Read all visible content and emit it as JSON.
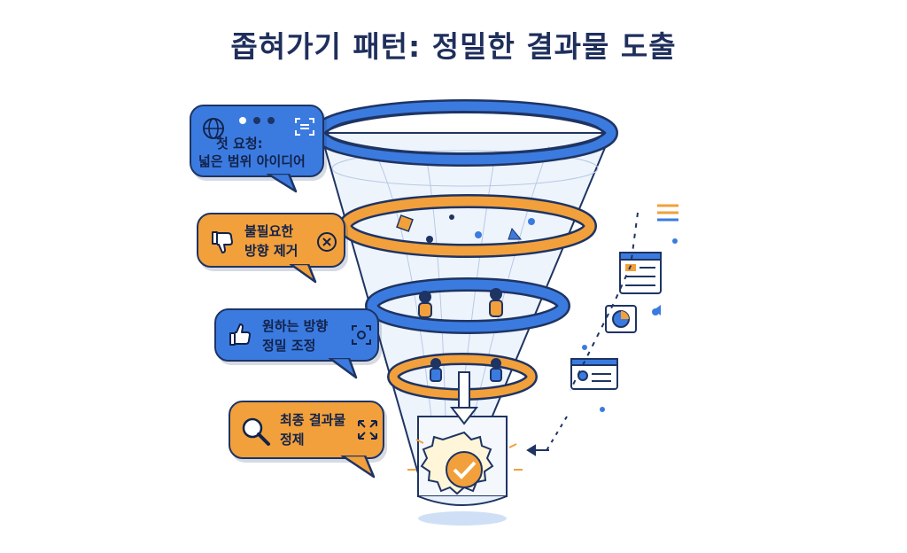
{
  "title": "좁혀가기 패턴: 정밀한 결과물 도출",
  "steps": [
    {
      "line1": "첫 요청:",
      "line2": "넓은 범위 아이디어",
      "icon": "globe-icon",
      "side_icon": "scan-frame-icon"
    },
    {
      "line1": "불필요한",
      "line2": "방향 제거",
      "icon": "thumbs-down-icon",
      "side_icon": "close-circle-icon"
    },
    {
      "line1": "원하는 방향",
      "line2": "정밀 조정",
      "icon": "thumbs-up-icon",
      "side_icon": "focus-frame-icon"
    },
    {
      "line1": "최종 결과물",
      "line2": "정제",
      "icon": "magnifier-icon",
      "side_icon": "expand-arrows-icon"
    }
  ],
  "colors": {
    "blue": "#3b7be0",
    "orange": "#f2a03b",
    "navy": "#1e3463",
    "title": "#1f2f5c"
  }
}
